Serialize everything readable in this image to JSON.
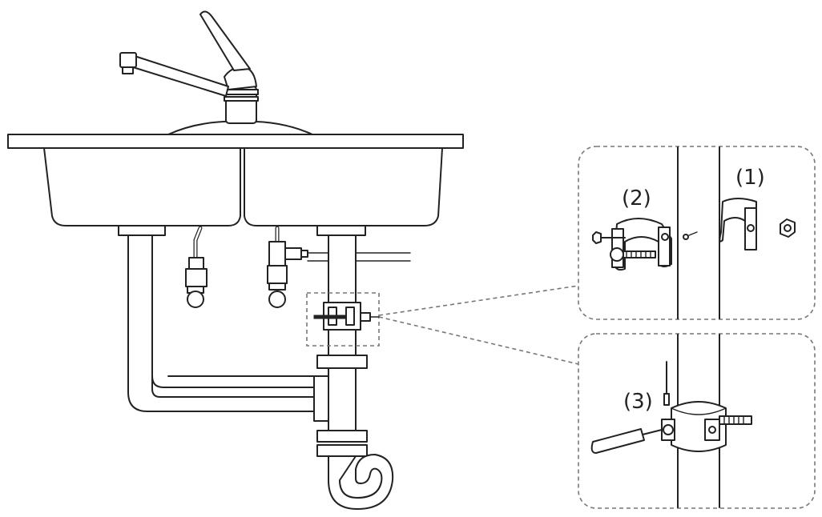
{
  "diagram": {
    "steps": [
      {
        "id": "step-1",
        "label": "(1)"
      },
      {
        "id": "step-2",
        "label": "(2)"
      },
      {
        "id": "step-3",
        "label": "(3)"
      }
    ]
  },
  "colors": {
    "line": "#222222",
    "dash": "#777777",
    "background": "#ffffff"
  }
}
